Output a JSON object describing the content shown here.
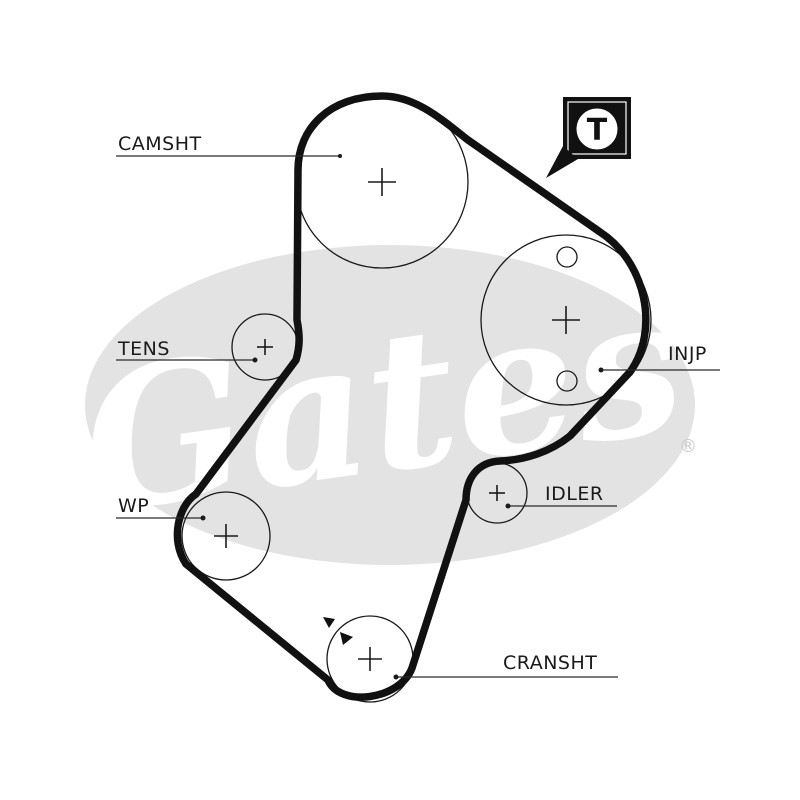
{
  "brand": {
    "watermark_text": "Gates",
    "registered_mark": "®"
  },
  "badge": {
    "letter": "T"
  },
  "labels": {
    "camshaft": "CAMSHT",
    "tensioner": "TENS",
    "water_pump": "WP",
    "injection_pump": "INJP",
    "idler": "IDLER",
    "crankshaft": "CRANSHT"
  },
  "colors": {
    "ink": "#111111",
    "watermark": "#e3e3e3",
    "background": "#ffffff"
  }
}
